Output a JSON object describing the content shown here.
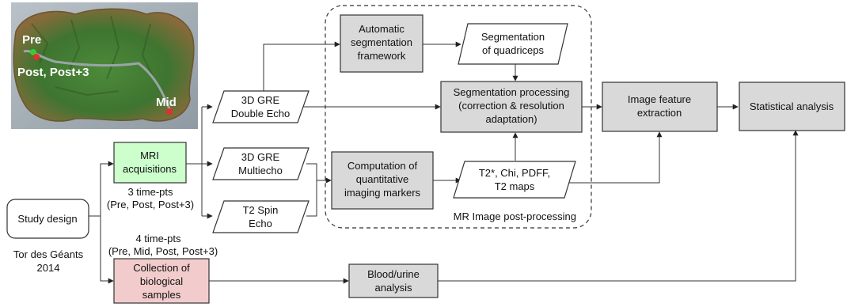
{
  "map": {
    "labels": [
      "Pre",
      "Post, Post+3",
      "Mid"
    ],
    "colors": {
      "route": "#9aa5a8",
      "pre_marker": "#33cc33",
      "end_marker": "#e03030",
      "marker_alt": "#d8d030"
    }
  },
  "study": {
    "design": "Study design",
    "event_line1": "Tor des Géants",
    "event_line2": "2014"
  },
  "mri": {
    "label_line1": "MRI",
    "label_line2": "acquisitions",
    "timepts_line1": "3 time-pts",
    "timepts_line2": "(Pre, Post, Post+3)"
  },
  "bio": {
    "timepts_line1": "4 time-pts",
    "timepts_line2": "(Pre, Mid, Post, Post+3)",
    "label_line1": "Collection of",
    "label_line2": "biological",
    "label_line3": "samples"
  },
  "sequences": {
    "gre_double": [
      "3D GRE",
      "Double Echo"
    ],
    "gre_multi": [
      "3D GRE",
      "Multiecho"
    ],
    "t2_spin": [
      "T2 Spin",
      "Echo"
    ]
  },
  "processing": {
    "auto_seg": [
      "Automatic",
      "segmentation",
      "framework"
    ],
    "seg_quad": [
      "Segmentation",
      "of quadriceps"
    ],
    "seg_proc": [
      "Segmentation processing",
      "(correction & resolution",
      "adaptation)"
    ],
    "comp_markers": [
      "Computation of",
      "quantitative",
      "imaging markers"
    ],
    "maps": [
      "T2*, Chi, PDFF,",
      "T2 maps"
    ],
    "region_label": "MR Image post-processing"
  },
  "analysis": {
    "feature": [
      "Image feature",
      "extraction"
    ],
    "stats": "Statistical analysis",
    "blood": [
      "Blood/urine",
      "analysis"
    ]
  },
  "colors": {
    "box_gray": "#d9d9d9",
    "mri_green": "#ccffcc",
    "bio_pink": "#f2cccc",
    "stroke": "#333333"
  }
}
